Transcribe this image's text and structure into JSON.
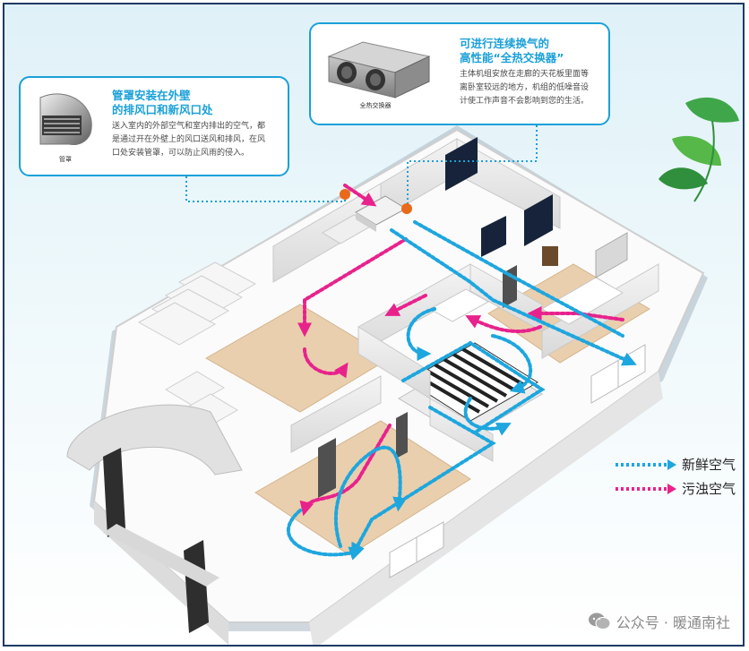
{
  "callouts": {
    "hood": {
      "title_line1": "管罩安装在外壁",
      "title_line2": "的排风口和新风口处",
      "body_lines": [
        "送入室内的外部空气和室内排出的空气，都",
        "是通过开在外壁上的风口送风和排风，在风",
        "口处安装管罩，可以防止风雨的侵入。"
      ],
      "image_caption": "管罩"
    },
    "exchanger": {
      "title_line1": "可进行连续换气的",
      "title_line2": "高性能“全热交换器”",
      "body_lines": [
        "主体机组安放在走廊的天花板里面等",
        "离卧室较远的地方，机组的低噪音设",
        "计使工作声音不会影响到您的生活。"
      ],
      "image_caption": "全热交换器"
    }
  },
  "legend": {
    "items": [
      {
        "label": "新鲜空气",
        "color": "#1ea6de"
      },
      {
        "label": "污浊空气",
        "color": "#e8228c"
      }
    ]
  },
  "watermark": {
    "icon": "wechat-icon",
    "text": "公众号 · 暖通南社"
  },
  "colors": {
    "accent": "#1aa0d8",
    "fresh_air": "#1ea6de",
    "exhaust_air": "#e8228c",
    "marker": "#e86a1a"
  }
}
